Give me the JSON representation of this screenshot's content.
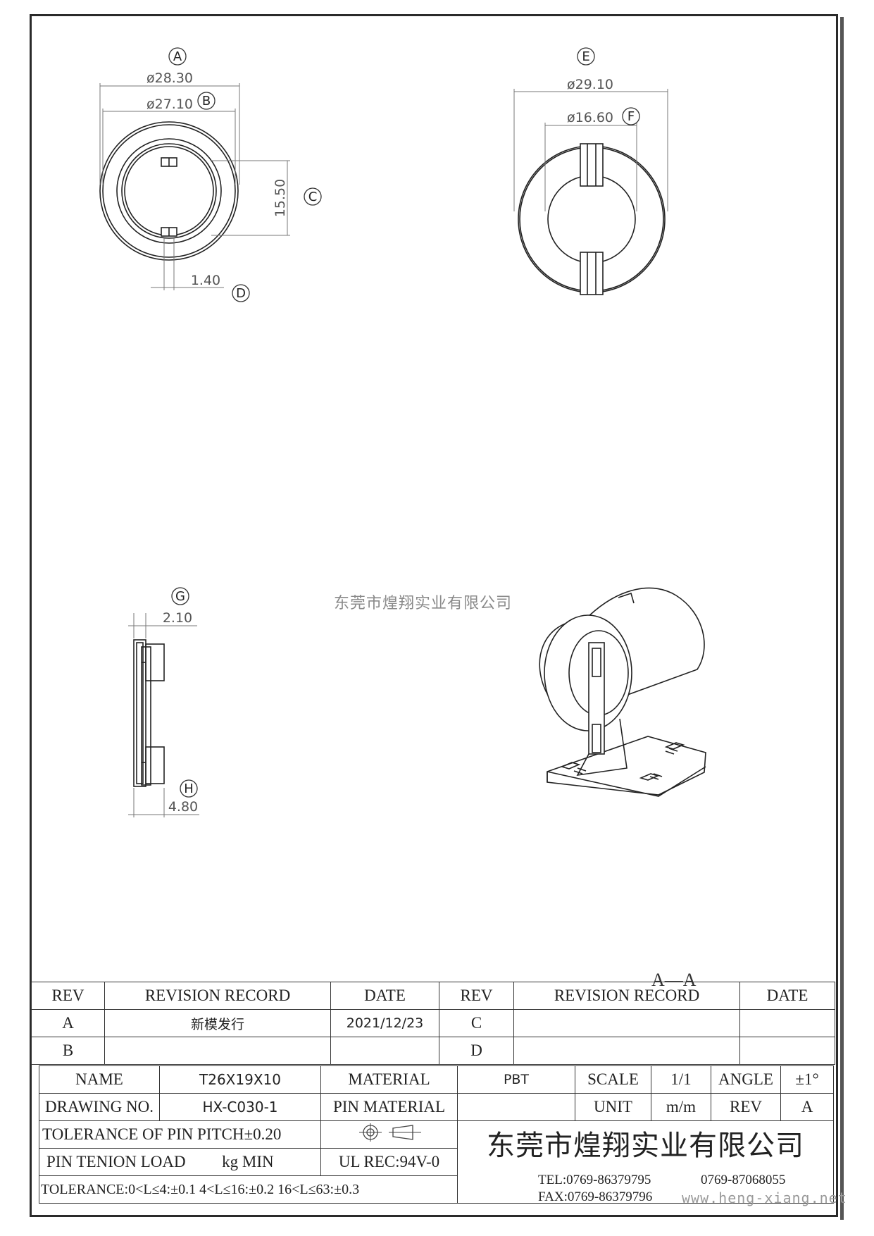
{
  "labels": {
    "A": "A",
    "B": "B",
    "C": "C",
    "D": "D",
    "E": "E",
    "F": "F",
    "G": "G",
    "H": "H"
  },
  "dimensions": {
    "a": "ø28.30",
    "b": "ø27.10",
    "c": "15.50",
    "d": "1.40",
    "e": "ø29.10",
    "f": "ø16.60",
    "g": "2.10",
    "h": "4.80"
  },
  "watermark": "东莞市煌翔实业有限公司",
  "section_label": "A—A",
  "revision_table": {
    "headers": [
      "REV",
      "REVISION RECORD",
      "DATE",
      "REV",
      "REVISION RECORD",
      "DATE"
    ],
    "rows": [
      [
        "A",
        "新模发行",
        "2021/12/23",
        "C",
        "",
        ""
      ],
      [
        "B",
        "",
        "",
        "D",
        "",
        ""
      ]
    ]
  },
  "title_block": {
    "name_label": "NAME",
    "name_value": "T26X19X10",
    "material_label": "MATERIAL",
    "material_value": "PBT",
    "scale_label": "SCALE",
    "scale_value": "1/1",
    "angle_label": "ANGLE",
    "angle_value": "±1°",
    "drawing_no_label": "DRAWING NO.",
    "drawing_no_value": "HX-C030-1",
    "pin_material_label": "PIN MATERIAL",
    "unit_label": "UNIT",
    "unit_value": "m/m",
    "rev_label": "REV",
    "rev_value": "A",
    "tolerance_pitch": "TOLERANCE OF PIN PITCH±0.20",
    "pin_tension": "PIN TENION LOAD",
    "pin_tension_unit": "kg MIN",
    "ul_rec": "UL REC:94V-0",
    "tolerance_ranges": "TOLERANCE:0<L≤4:±0.1  4<L≤16:±0.2  16<L≤63:±0.3",
    "company": "东莞市煌翔实业有限公司",
    "tel": "TEL:0769-86379795",
    "tel2": "0769-87068055",
    "fax": "FAX:0769-86379796"
  },
  "website": "www.heng-xiang.net"
}
